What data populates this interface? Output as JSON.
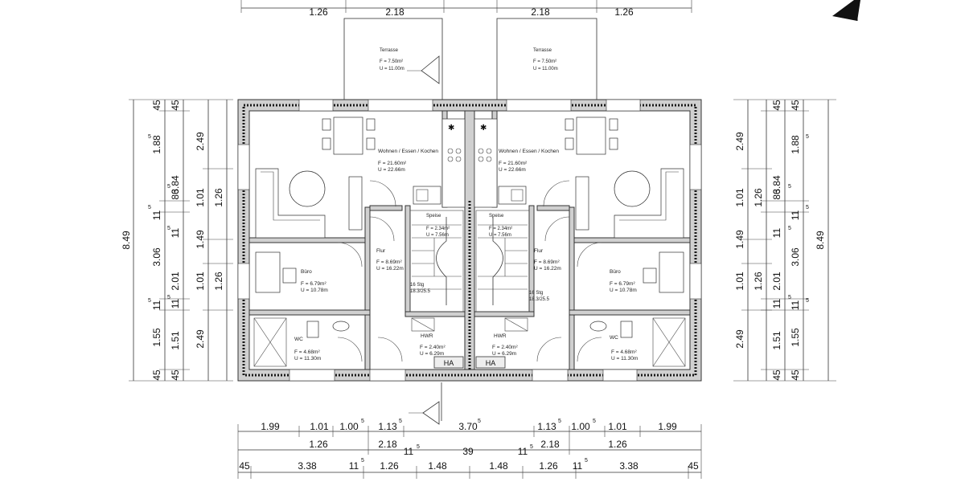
{
  "plan": {
    "dims_top": {
      "a": "1.26",
      "b": "2.18",
      "c": "2.18",
      "d": "1.26"
    },
    "dims_left": {
      "total": "8.49",
      "c2": [
        "45",
        "1.88",
        "3.84",
        "11",
        "3.06",
        "11",
        "1.55",
        "45"
      ],
      "c2_sup": [
        "5",
        "5",
        "5"
      ],
      "c3": [
        "45",
        "86",
        "11",
        "2.01",
        "11",
        "1.51",
        "45"
      ],
      "c3_sup": [
        "5",
        "5",
        "5"
      ],
      "c4": [
        "2.49",
        "1.01",
        "1.49",
        "1.01",
        "2.49"
      ],
      "c5": [
        "1.26",
        "1.26"
      ]
    },
    "dims_right": {
      "total": "8.49",
      "c2": [
        "45",
        "1.88",
        "3.84",
        "11",
        "3.06",
        "11",
        "1.55",
        "45"
      ],
      "c2_sup": [
        "5",
        "5",
        "5"
      ],
      "c3": [
        "45",
        "86",
        "11",
        "2.01",
        "11",
        "1.51",
        "45"
      ],
      "c3_sup": [
        "5",
        "5",
        "5"
      ],
      "c4": [
        "2.49",
        "1.01",
        "1.49",
        "1.01",
        "2.49"
      ],
      "c5": [
        "1.26",
        "1.26"
      ]
    },
    "dims_bottom": {
      "row1": [
        "1.99",
        "1.01",
        "1.00",
        "1.13",
        "3.70",
        "1.13",
        "1.00",
        "1.01",
        "1.99"
      ],
      "row1_sup": [
        "5",
        "5",
        "5",
        "5",
        "5"
      ],
      "row2": [
        "1.26",
        "2.18",
        "11",
        "39",
        "11",
        "2.18",
        "1.26"
      ],
      "row2_sup": [
        "5",
        "5"
      ],
      "row3": [
        "45",
        "3.38",
        "11",
        "1.26",
        "1.48",
        "1.48",
        "1.26",
        "11",
        "3.38",
        "45"
      ],
      "row3_sup": [
        "5",
        "5"
      ]
    },
    "rooms": {
      "terrace_l": {
        "name": "Terrasse",
        "f": "F = 7.50m²",
        "u": "U = 11.00m"
      },
      "terrace_r": {
        "name": "Terrasse",
        "f": "F = 7.50m²",
        "u": "U = 11.00m"
      },
      "living_l": {
        "name": "Wohnen / Essen / Kochen",
        "f": "F = 21.60m²",
        "u": "U = 22.66m"
      },
      "living_r": {
        "name": "Wohnen / Essen / Kochen",
        "f": "F = 21.60m²",
        "u": "U = 22.66m"
      },
      "pantry_l": {
        "name": "Speise",
        "f": "F = 2.34m²",
        "u": "U = 7.56m"
      },
      "pantry_r": {
        "name": "Speise",
        "f": "F = 2.34m²",
        "u": "U = 7.56m"
      },
      "hall_l": {
        "name": "Flur",
        "f": "F = 8.69m²",
        "u": "U = 16.22m"
      },
      "hall_r": {
        "name": "Flur",
        "f": "F = 8.69m²",
        "u": "U = 16.22m"
      },
      "office_l": {
        "name": "Büro",
        "f": "F = 6.79m²",
        "u": "U = 10.78m"
      },
      "office_r": {
        "name": "Büro",
        "f": "F = 6.79m²",
        "u": "U = 10.78m"
      },
      "wc_l": {
        "name": "WC",
        "f": "F = 4.68m²",
        "u": "U = 11.30m"
      },
      "wc_r": {
        "name": "WC",
        "f": "F = 4.68m²",
        "u": "U = 11.30m"
      },
      "hwr_l": {
        "name": "HWR",
        "f": "F = 2.40m²",
        "u": "U = 6.29m"
      },
      "hwr_r": {
        "name": "HWR",
        "f": "F = 2.40m²",
        "u": "U = 6.29m"
      }
    },
    "stairs": {
      "left": "16 Stg",
      "left_rise": "18.3/25.5",
      "right": "16 Stg",
      "right_rise": "18.3/25.5"
    },
    "ha": {
      "left": "HA",
      "right": "HA"
    }
  }
}
